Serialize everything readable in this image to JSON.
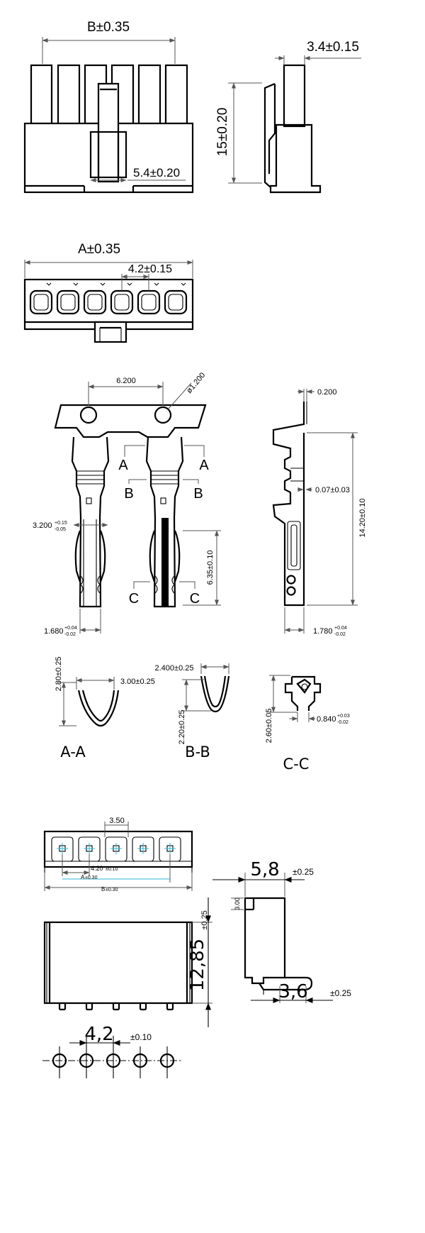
{
  "view1": {
    "dim_b": "B±0.35",
    "dim_width_side": "3.4±0.15",
    "dim_height": "15±0.20",
    "dim_latch": "5.4±0.20"
  },
  "view2": {
    "dim_a": "A±0.35",
    "dim_pitch": "4.2±0.15"
  },
  "terminal": {
    "dim_pitch": "6.200",
    "dim_hole": "ø1.200",
    "dim_thickness": "0.200",
    "dim_width_crimp": "3.200",
    "dim_width_crimp_tol_plus": "+0.15",
    "dim_width_crimp_tol_minus": "-0.05",
    "dim_width_tip": "1.680",
    "dim_width_tip_tol_plus": "+0.04",
    "dim_width_tip_tol_minus": "-0.02",
    "dim_length_contact": "6.35±0.10",
    "dim_notch": "0.07±0.03",
    "dim_total_length": "14.20±0.10",
    "dim_side_width": "1.780",
    "dim_side_width_tol_plus": "+0.04",
    "dim_side_width_tol_minus": "-0.02",
    "cut_a": "A",
    "cut_b": "B",
    "cut_c": "C"
  },
  "sections": {
    "aa": {
      "label": "A-A",
      "dim_height": "2.80±0.25",
      "dim_width": "3.00±0.25"
    },
    "bb": {
      "label": "B-B",
      "dim_width": "2.400±0.25",
      "dim_height": "2.20±0.25"
    },
    "cc": {
      "label": "C-C",
      "dim_height": "2.60±0.05",
      "dim_width": "0.840",
      "dim_width_tol_plus": "+0.03",
      "dim_width_tol_minus": "-0.02"
    }
  },
  "header": {
    "dim_gap": "3.50",
    "dim_pitch": "4.20",
    "dim_pitch_tol": "±0.10",
    "dim_a": "A",
    "dim_a_tol": "±0.30",
    "dim_b": "B",
    "dim_b_tol": "±0.30",
    "dim_depth": "5,8",
    "dim_depth_tol": "±0.25",
    "dim_step": "3.00",
    "dim_height": "12,85",
    "dim_height_tol": "±0.25",
    "dim_pin": "3,6",
    "dim_pin_tol": "±0.25",
    "dim_hole_pitch": "4,2",
    "dim_hole_pitch_tol": "±0.10"
  }
}
